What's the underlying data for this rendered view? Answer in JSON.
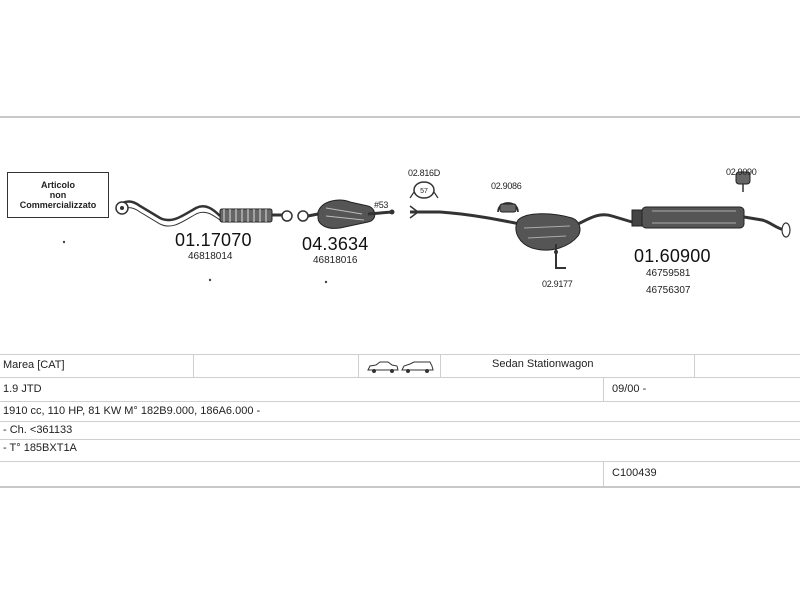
{
  "note": {
    "line1": "Articolo",
    "line2": "non",
    "line3": "Commercializzato"
  },
  "parts": {
    "front_pipe": {
      "number": "01.17070",
      "oe": "46818014"
    },
    "catalyst": {
      "number": "04.3634",
      "oe": "46818016",
      "tag": "#53"
    },
    "clamp_1": {
      "number": "02.816D",
      "icon_label": "57"
    },
    "mount_1": {
      "number": "02.9086"
    },
    "bracket_1": {
      "number": "02.9177"
    },
    "rear_section": {
      "number": "01.60900",
      "oe1": "46759581",
      "oe2": "46756307"
    },
    "mount_2": {
      "number": "02.9090"
    }
  },
  "vehicle": {
    "model": "Marea  [CAT]",
    "body": "Sedan Stationwagon",
    "engine": "1.9 JTD",
    "date": "09/00 -",
    "specs": "1910 cc, 110 HP, 81 KW M° 182B9.000, 186A6.000 -",
    "chassis": "- Ch. <361133",
    "type": "- T° 185BXT1A",
    "code": "C100439"
  },
  "colors": {
    "line": "#333333",
    "divider": "#c8c8c8",
    "part_shade": "#444444"
  }
}
